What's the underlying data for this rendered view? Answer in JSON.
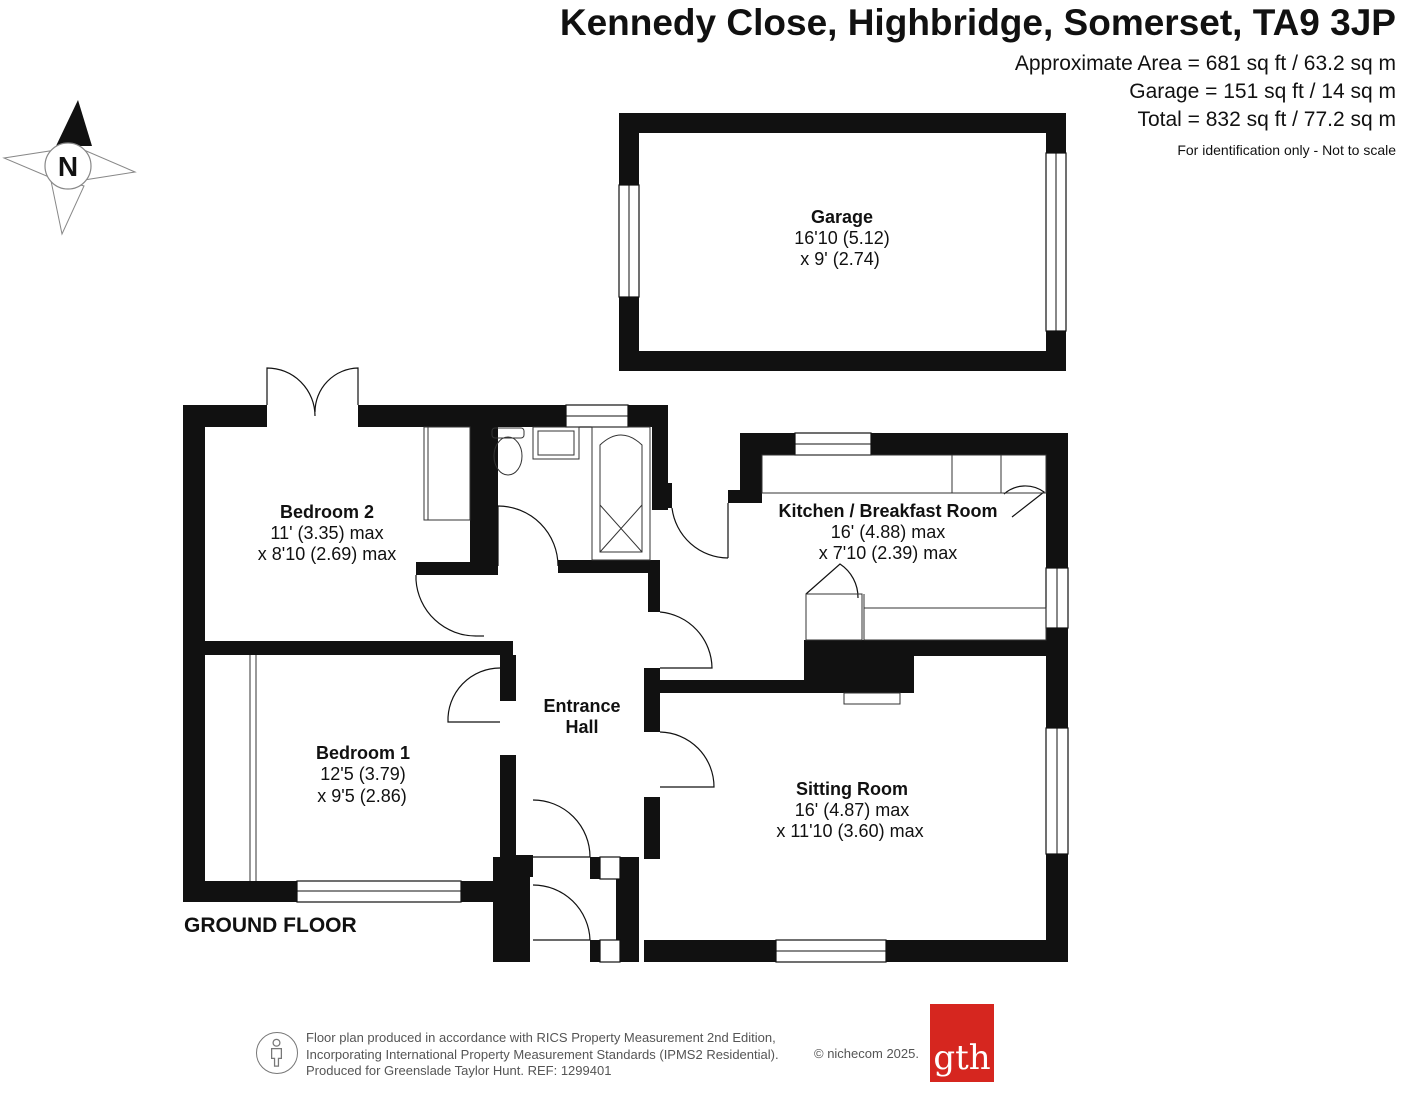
{
  "header": {
    "title": "Kennedy Close, Highbridge, Somerset, TA9 3JP",
    "area_lines": [
      "Approximate Area = 681 sq ft / 63.2 sq m",
      "Garage = 151 sq ft / 14 sq m",
      "Total = 832 sq ft / 77.2 sq m"
    ],
    "note": "For identification only - Not to scale"
  },
  "compass": {
    "letter": "N",
    "icon": "compass-icon"
  },
  "rooms": {
    "garage": {
      "name": "Garage",
      "dims": [
        "16'10 (5.12)",
        "x 9' (2.74)"
      ]
    },
    "bedroom2": {
      "name": "Bedroom 2",
      "dims": [
        "11' (3.35) max",
        "x 8'10 (2.69) max"
      ]
    },
    "kitchen": {
      "name": "Kitchen / Breakfast Room",
      "dims": [
        "16' (4.88) max",
        "x 7'10 (2.39) max"
      ]
    },
    "hall": {
      "name_lines": [
        "Entrance",
        "Hall"
      ]
    },
    "bedroom1": {
      "name": "Bedroom 1",
      "dims": [
        "12'5 (3.79)",
        "x 9'5 (2.86)"
      ]
    },
    "sitting": {
      "name": "Sitting Room",
      "dims": [
        "16' (4.87) max",
        "x 11'10 (3.60) max"
      ]
    }
  },
  "floor_label": "GROUND FLOOR",
  "footer": {
    "lines": [
      "Floor plan produced in accordance with RICS Property Measurement 2nd Edition,",
      "Incorporating International Property Measurement Standards (IPMS2 Residential).",
      "Produced for Greenslade Taylor Hunt.   REF: 1299401"
    ],
    "copyright": "© nichecom 2025.",
    "logo_text": "gth",
    "logo_color": "#d6261f"
  }
}
